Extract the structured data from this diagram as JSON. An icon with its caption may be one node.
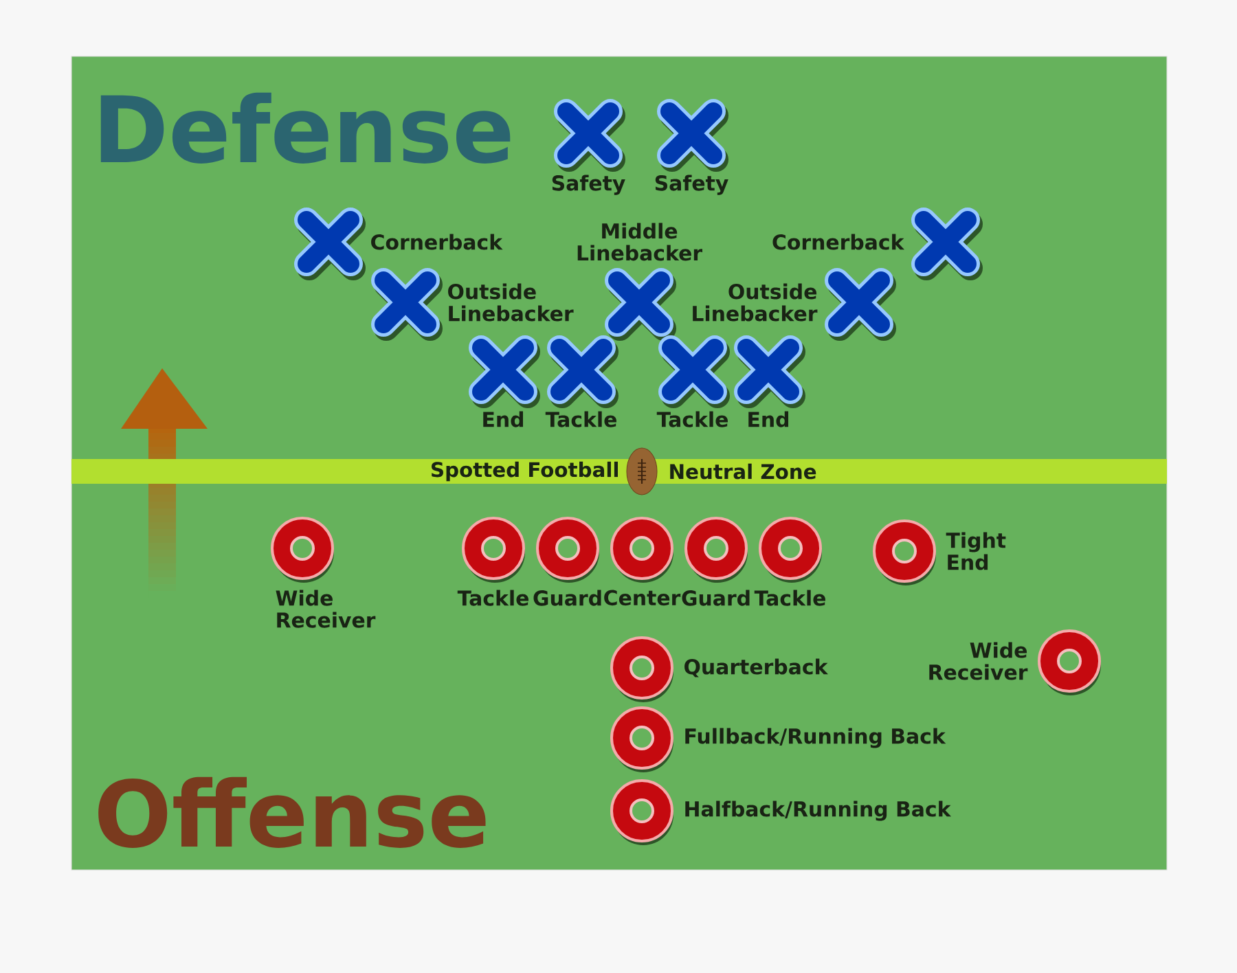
{
  "diagram": {
    "nodes": [
      {
        "text": [
          "Spotted Football",
          "Neutral Zone"
        ]
      },
      {
        "text": [],
        "shape": "picture"
      },
      {
        "text": [],
        "shape": "cross",
        "beside": [
          "Safety"
        ]
      },
      {
        "text": [],
        "shape": "cross",
        "beside": [
          "Safety"
        ]
      },
      {
        "text": [],
        "shape": "cross",
        "beside": [
          "Cornerback"
        ]
      },
      {
        "text": [],
        "shape": "cross",
        "beside": [
          "Cornerback"
        ]
      },
      {
        "text": [],
        "shape": "cross",
        "beside": [
          "Outside Linebacker"
        ]
      },
      {
        "text": [],
        "shape": "cross",
        "beside": [
          "Middle Linebacker"
        ]
      },
      {
        "text": [],
        "shape": "cross",
        "beside": [
          "Outside Linebacker"
        ]
      },
      {
        "text": [],
        "shape": "cross",
        "beside": [
          "End"
        ]
      },
      {
        "text": [],
        "shape": "cross",
        "beside": [
          "Tackle"
        ]
      },
      {
        "text": [],
        "shape": "cross",
        "beside": [
          "Tackle"
        ]
      },
      {
        "text": [],
        "shape": "cross",
        "beside": [
          "End"
        ]
      },
      {
        "text": [],
        "shape": "circle",
        "beside": [
          "Wide Receiver"
        ]
      },
      {
        "text": [],
        "shape": "circle",
        "beside": [
          "Tackle"
        ]
      },
      {
        "text": [],
        "shape": "circle",
        "beside": [
          "Guard"
        ]
      },
      {
        "text": [],
        "shape": "circle",
        "beside": [
          "Center"
        ]
      },
      {
        "text": [],
        "shape": "circle",
        "beside": [
          "Guard"
        ]
      },
      {
        "text": [],
        "shape": "circle",
        "beside": [
          "Tackle"
        ]
      },
      {
        "text": [],
        "shape": "circle",
        "beside": [
          "Tight End"
        ]
      },
      {
        "text": [],
        "shape": "circle",
        "beside": [
          "Quarterback"
        ]
      },
      {
        "text": [],
        "shape": "circle",
        "beside": [
          "Wide Receiver"
        ]
      },
      {
        "text": [],
        "shape": "circle",
        "beside": [
          "Fullback/Running Back"
        ]
      },
      {
        "text": [],
        "shape": "circle",
        "beside": [
          "Halfback/Running Back"
        ]
      }
    ],
    "labels": [
      "Defense",
      "Offense"
    ]
  }
}
